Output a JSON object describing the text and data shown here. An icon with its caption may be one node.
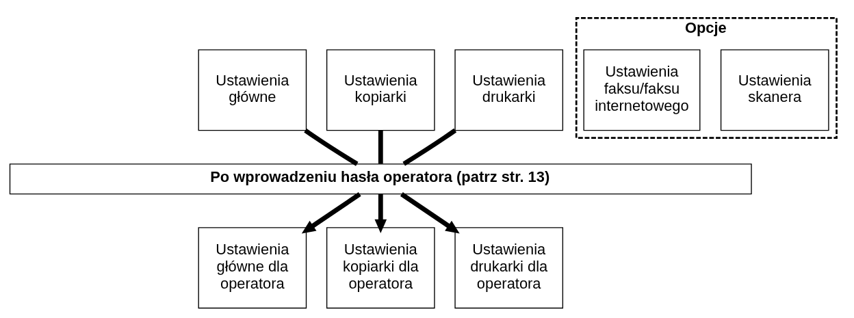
{
  "diagram": {
    "nodes": [
      {
        "text": [
          "Ustawienia główne"
        ]
      },
      {
        "text": [
          "Ustawienia kopiarki"
        ]
      },
      {
        "text": [
          "Ustawienia drukarki"
        ]
      },
      {
        "text": [
          "Opcje"
        ]
      },
      {
        "text": [
          "Ustawienia faksu/faksu internetowego"
        ],
        "in": 3
      },
      {
        "text": [
          "Ustawienia skanera"
        ],
        "in": 3
      },
      {
        "text": [
          "Po wprowadzeniu hasła operatora (patrz str. 13)"
        ]
      },
      {
        "text": [
          "Ustawienia główne dla operatora"
        ]
      },
      {
        "text": [
          "Ustawienia kopiarki dla operatora"
        ]
      },
      {
        "text": [
          "Ustawienia drukarki dla operatora"
        ]
      }
    ],
    "edges": [
      {
        "from": 0,
        "to": 6,
        "arrow": "none"
      },
      {
        "from": 1,
        "to": 6,
        "arrow": "none"
      },
      {
        "from": 2,
        "to": 6,
        "arrow": "none"
      },
      {
        "from": 6,
        "to": 7,
        "arrow": "to"
      },
      {
        "from": 6,
        "to": 8,
        "arrow": "to"
      },
      {
        "from": 6,
        "to": 9,
        "arrow": "to"
      }
    ]
  }
}
